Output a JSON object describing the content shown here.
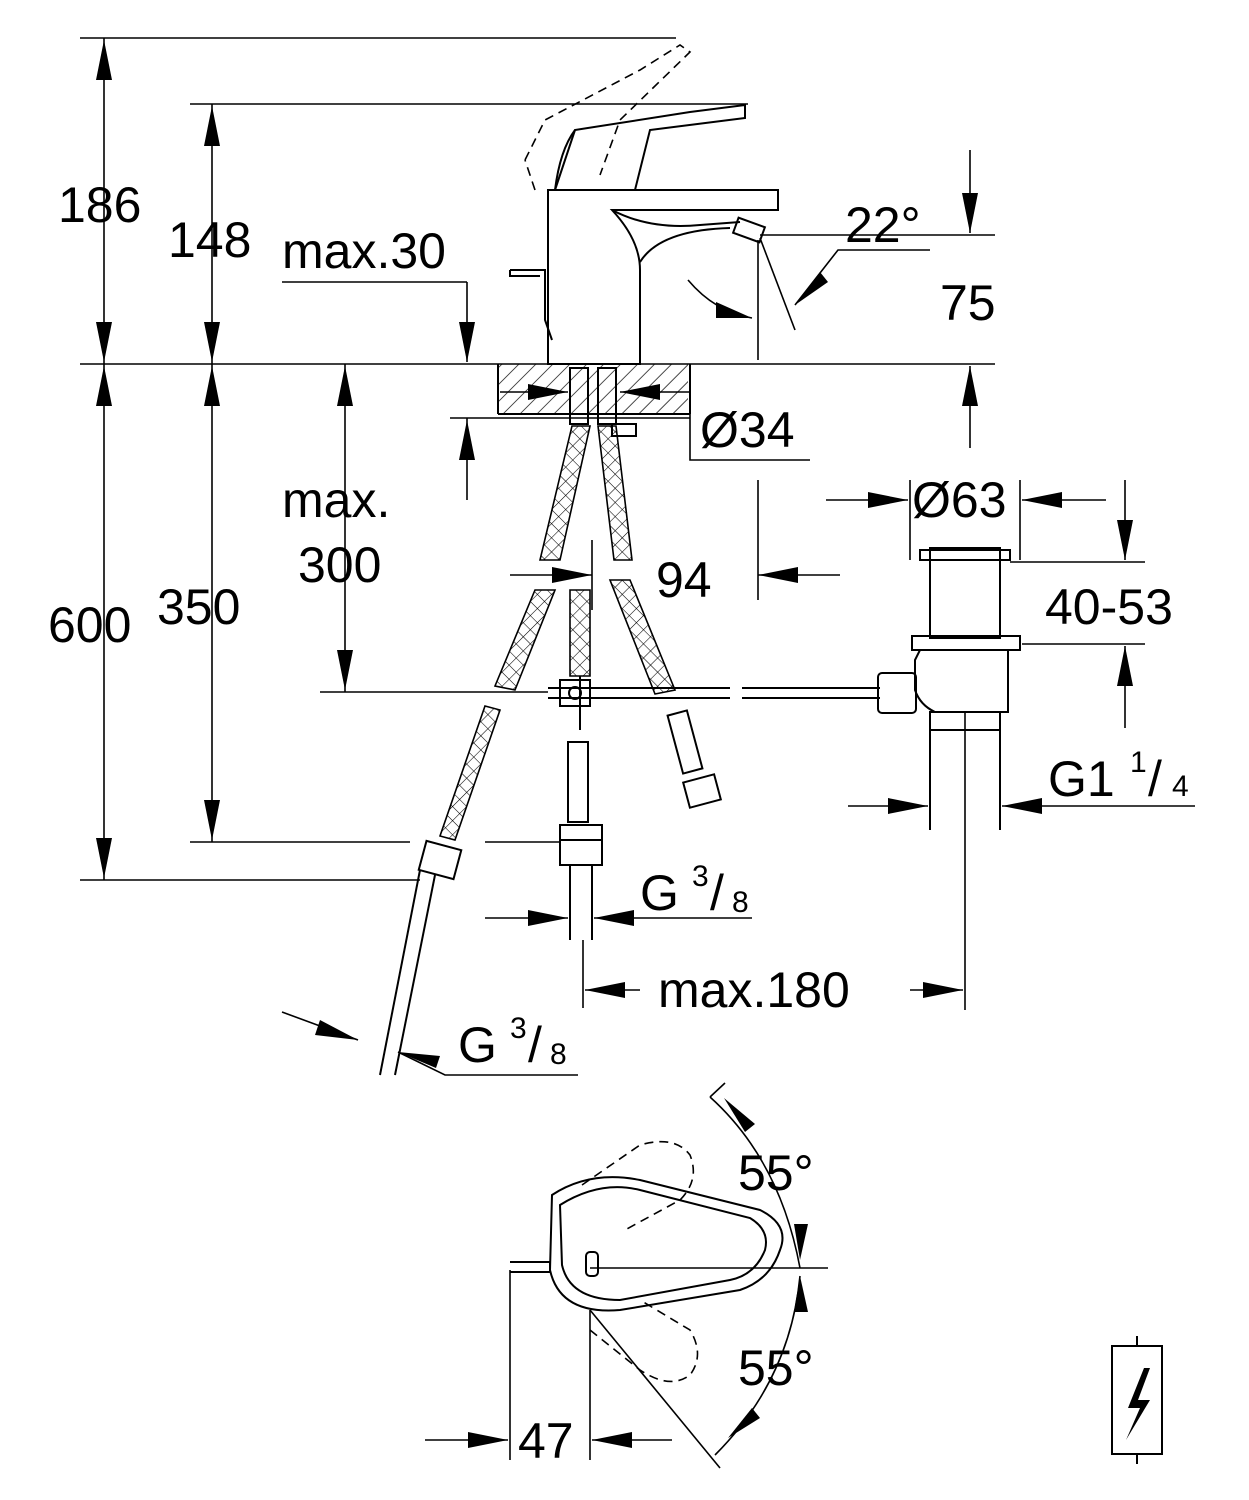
{
  "dimensions": {
    "total_height_lever_up": "186",
    "height_to_lever": "148",
    "max_counter_thickness": "max.30",
    "spout_angle": "22°",
    "spout_height": "75",
    "body_diameter": "Ø34",
    "popup_diameter": "Ø63",
    "max_hose_clearance": {
      "line1": "max.",
      "line2": "300"
    },
    "spout_projection": "94",
    "popup_adjust_range": "40-53",
    "total_below_counter": "600",
    "hose_length_below": "350",
    "waste_thread": {
      "main": "G1",
      "sup": "1",
      "sub": "4"
    },
    "hose_thread_center": {
      "main": "G",
      "sup": "3",
      "sub": "8"
    },
    "max_rod_distance": "max.180",
    "hose_thread_left": {
      "main": "G",
      "sup": "3",
      "sub": "8"
    },
    "lever_rotation_up": "55°",
    "lever_rotation_down": "55°",
    "lever_offset": "47"
  },
  "icons": [
    "low-pressure-heater-icon"
  ]
}
